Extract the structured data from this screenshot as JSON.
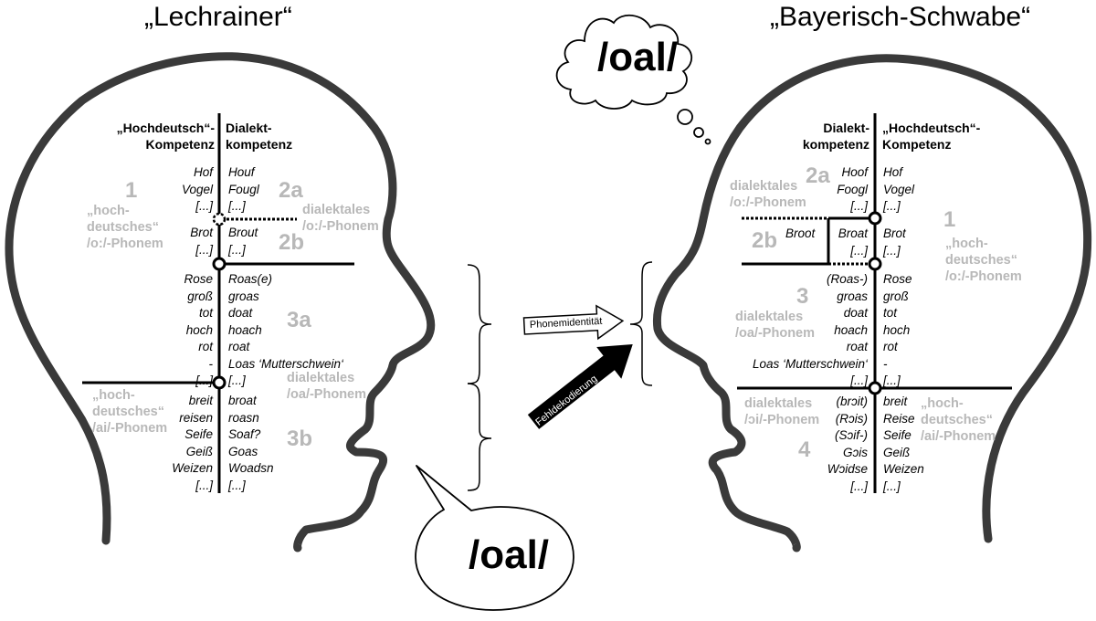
{
  "titles": {
    "left": "„Lechrainer“",
    "right": "„Bayerisch-Schwabe“"
  },
  "thought_bubble": "/oal/",
  "speech_bubble": "/oal/",
  "arrows": {
    "identity": "Phonemidentität",
    "misdecoding": "Fehldekodierung"
  },
  "left_head": {
    "header_left": "„Hochdeutsch“-\nKompetenz",
    "header_right": "Dialekt-\nkompetenz",
    "rows_2a_left": [
      "Hof",
      "Vogel",
      "[...]"
    ],
    "rows_2a_right": [
      "Houf",
      "Fougl",
      "[...]"
    ],
    "rows_2b_left": [
      "Brot",
      "[...]"
    ],
    "rows_2b_right": [
      "Brout",
      "[...]"
    ],
    "rows_3a_left": [
      "Rose",
      "groß",
      "tot",
      "hoch",
      "rot",
      "-",
      "[...]"
    ],
    "rows_3a_right": [
      "Roas(e)",
      "groas",
      "doat",
      "hoach",
      "roat",
      "Loas ‘Mutterschwein‘",
      "[...]"
    ],
    "rows_3b_left": [
      "breit",
      "reisen",
      "Seife",
      "Geiß",
      "Weizen",
      "[...]"
    ],
    "rows_3b_right": [
      "broat",
      "roasn",
      "Soaf?",
      "Goas",
      "Woadsn",
      "[...]"
    ],
    "labels": {
      "n1": "1",
      "hd_o": "„hoch-\ndeutsches“\n/o:/-Phonem",
      "n2a": "2a",
      "n2b": "2b",
      "dial_o": "dialektales\n/o:/-Phonem",
      "n3a": "3a",
      "dial_oa": "dialektales\n/oa/-Phonem",
      "n3b": "3b",
      "hd_ai": "„hoch-\ndeutsches“\n/ai/-Phonem"
    }
  },
  "right_head": {
    "header_left": "Dialekt-\nkompetenz",
    "header_right": "„Hochdeutsch“-\nKompetenz",
    "rows_2a_left": [
      "Hoof",
      "Foogl",
      "[...]"
    ],
    "rows_2a_right": [
      "Hof",
      "Vogel",
      "[...]"
    ],
    "rows_2b_outer": "Broot",
    "rows_2b_left": [
      "Broat",
      "[...]"
    ],
    "rows_2b_right": [
      "Brot",
      "[...]"
    ],
    "rows_3_left": [
      "(Roas-)",
      "groas",
      "doat",
      "hoach",
      "roat",
      "Loas ‘Mutterschwein‘",
      "[...]"
    ],
    "rows_3_right": [
      "Rose",
      "groß",
      "tot",
      "hoch",
      "rot",
      "-",
      "[...]"
    ],
    "rows_4_left": [
      "(brɔit)",
      "(Rɔis)",
      "(Sɔif-)",
      "Gɔis",
      "Wɔidse",
      "[...]"
    ],
    "rows_4_right": [
      "breit",
      "Reise",
      "Seife",
      "Geiß",
      "Weizen",
      "[...]"
    ],
    "labels": {
      "n2a": "2a",
      "dial_o": "dialektales\n/o:/-Phonem",
      "n2b": "2b",
      "n1": "1",
      "hd_o": "„hoch-\ndeutsches“\n/o:/-Phonem",
      "n3": "3",
      "dial_oa": "dialektales\n/oa/-Phonem",
      "dial_oi": "dialektales\n/ɔi/-Phonem",
      "n4": "4",
      "hd_ai": "„hoch-\ndeutsches“\n/ai/-Phonem"
    }
  },
  "colors": {
    "outline": "#3a3a3a",
    "label_grey": "#b8b8b8",
    "ink": "#000000"
  }
}
